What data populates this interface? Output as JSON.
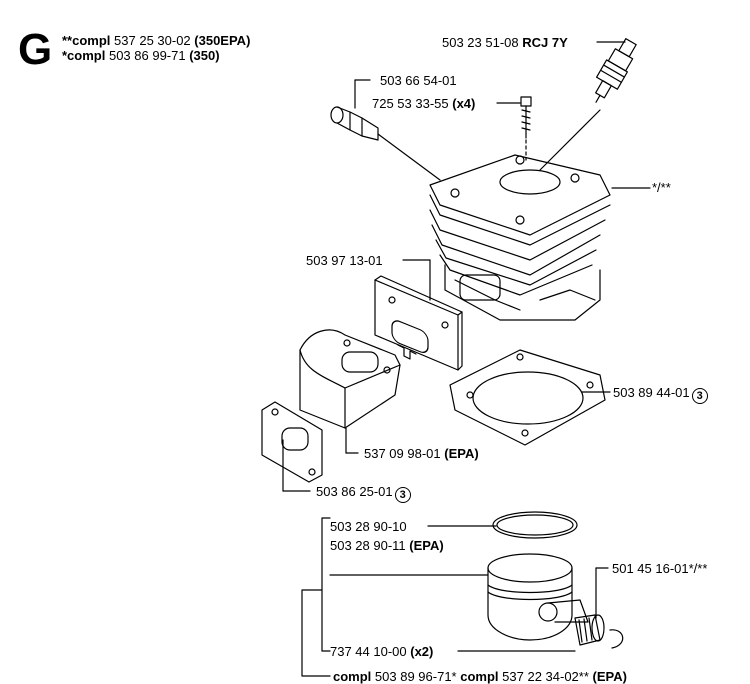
{
  "section": {
    "letter": "G",
    "compl_lines": [
      {
        "prefix": "**compl",
        "number": "537 25 30-02",
        "variant": "(350EPA)"
      },
      {
        "prefix": "*compl",
        "number": "503 86 99-71",
        "variant": "(350)"
      }
    ]
  },
  "parts": {
    "spark_plug": {
      "number": "503 23 51-08",
      "note": "RCJ 7Y"
    },
    "decomp_valve": {
      "number": "503 66 54-01"
    },
    "screw": {
      "number": "725 53 33-55",
      "qty": "(x4)"
    },
    "cylinder": {
      "number": "*/**"
    },
    "gasket_insulator": {
      "number": "503 97 13-01"
    },
    "base_gasket": {
      "number": "503 89 44-01",
      "circle": "3"
    },
    "heat_shield": {
      "number": "537 09 98-01",
      "variant": "(EPA)"
    },
    "exhaust_gasket": {
      "number": "503 86 25-01",
      "circle": "3"
    },
    "ring_1": {
      "number": "503 28 90-10"
    },
    "ring_2": {
      "number": "503 28 90-11",
      "variant": "(EPA)"
    },
    "piston_pin": {
      "number": "501 45 16-01*/**"
    },
    "circlip": {
      "number": "737 44 10-00",
      "qty": "(x2)"
    },
    "bottom": {
      "prefix1": "compl",
      "number1": "503 89 96-71*",
      "prefix2": "compl",
      "number2": "537 22 34-02**",
      "variant": "(EPA)"
    }
  }
}
